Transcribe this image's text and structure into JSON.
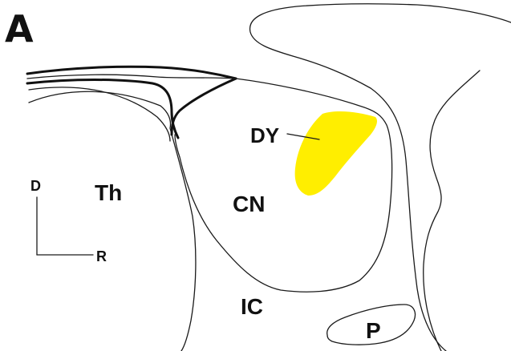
{
  "panel_letter": "A",
  "labels": {
    "dy": "DY",
    "th": "Th",
    "cn": "CN",
    "ic": "IC",
    "p": "P"
  },
  "orientation": {
    "dorsal": "D",
    "rostral": "R"
  },
  "colors": {
    "dy_region": "#ffee00",
    "outline": "#1a1a1a",
    "background": "#ffffff"
  }
}
